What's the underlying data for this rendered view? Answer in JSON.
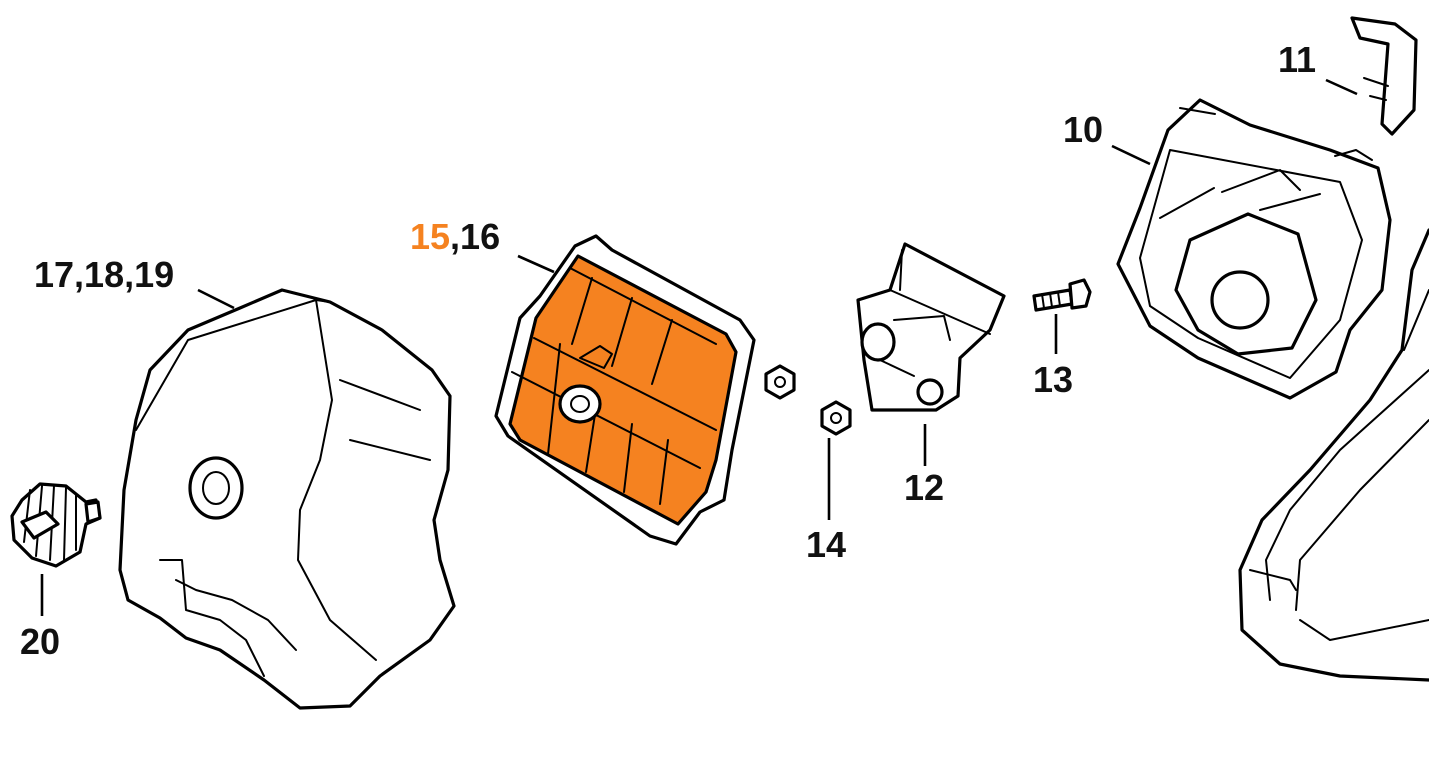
{
  "colors": {
    "highlight": "#f58220",
    "line": "#000000",
    "background": "#ffffff"
  },
  "callouts": {
    "c11": "11",
    "c10": "10",
    "c15": "15",
    "c15_sep": ",16",
    "c17": "17,18,19",
    "c12": "12",
    "c13": "13",
    "c14": "14",
    "c20": "20"
  }
}
